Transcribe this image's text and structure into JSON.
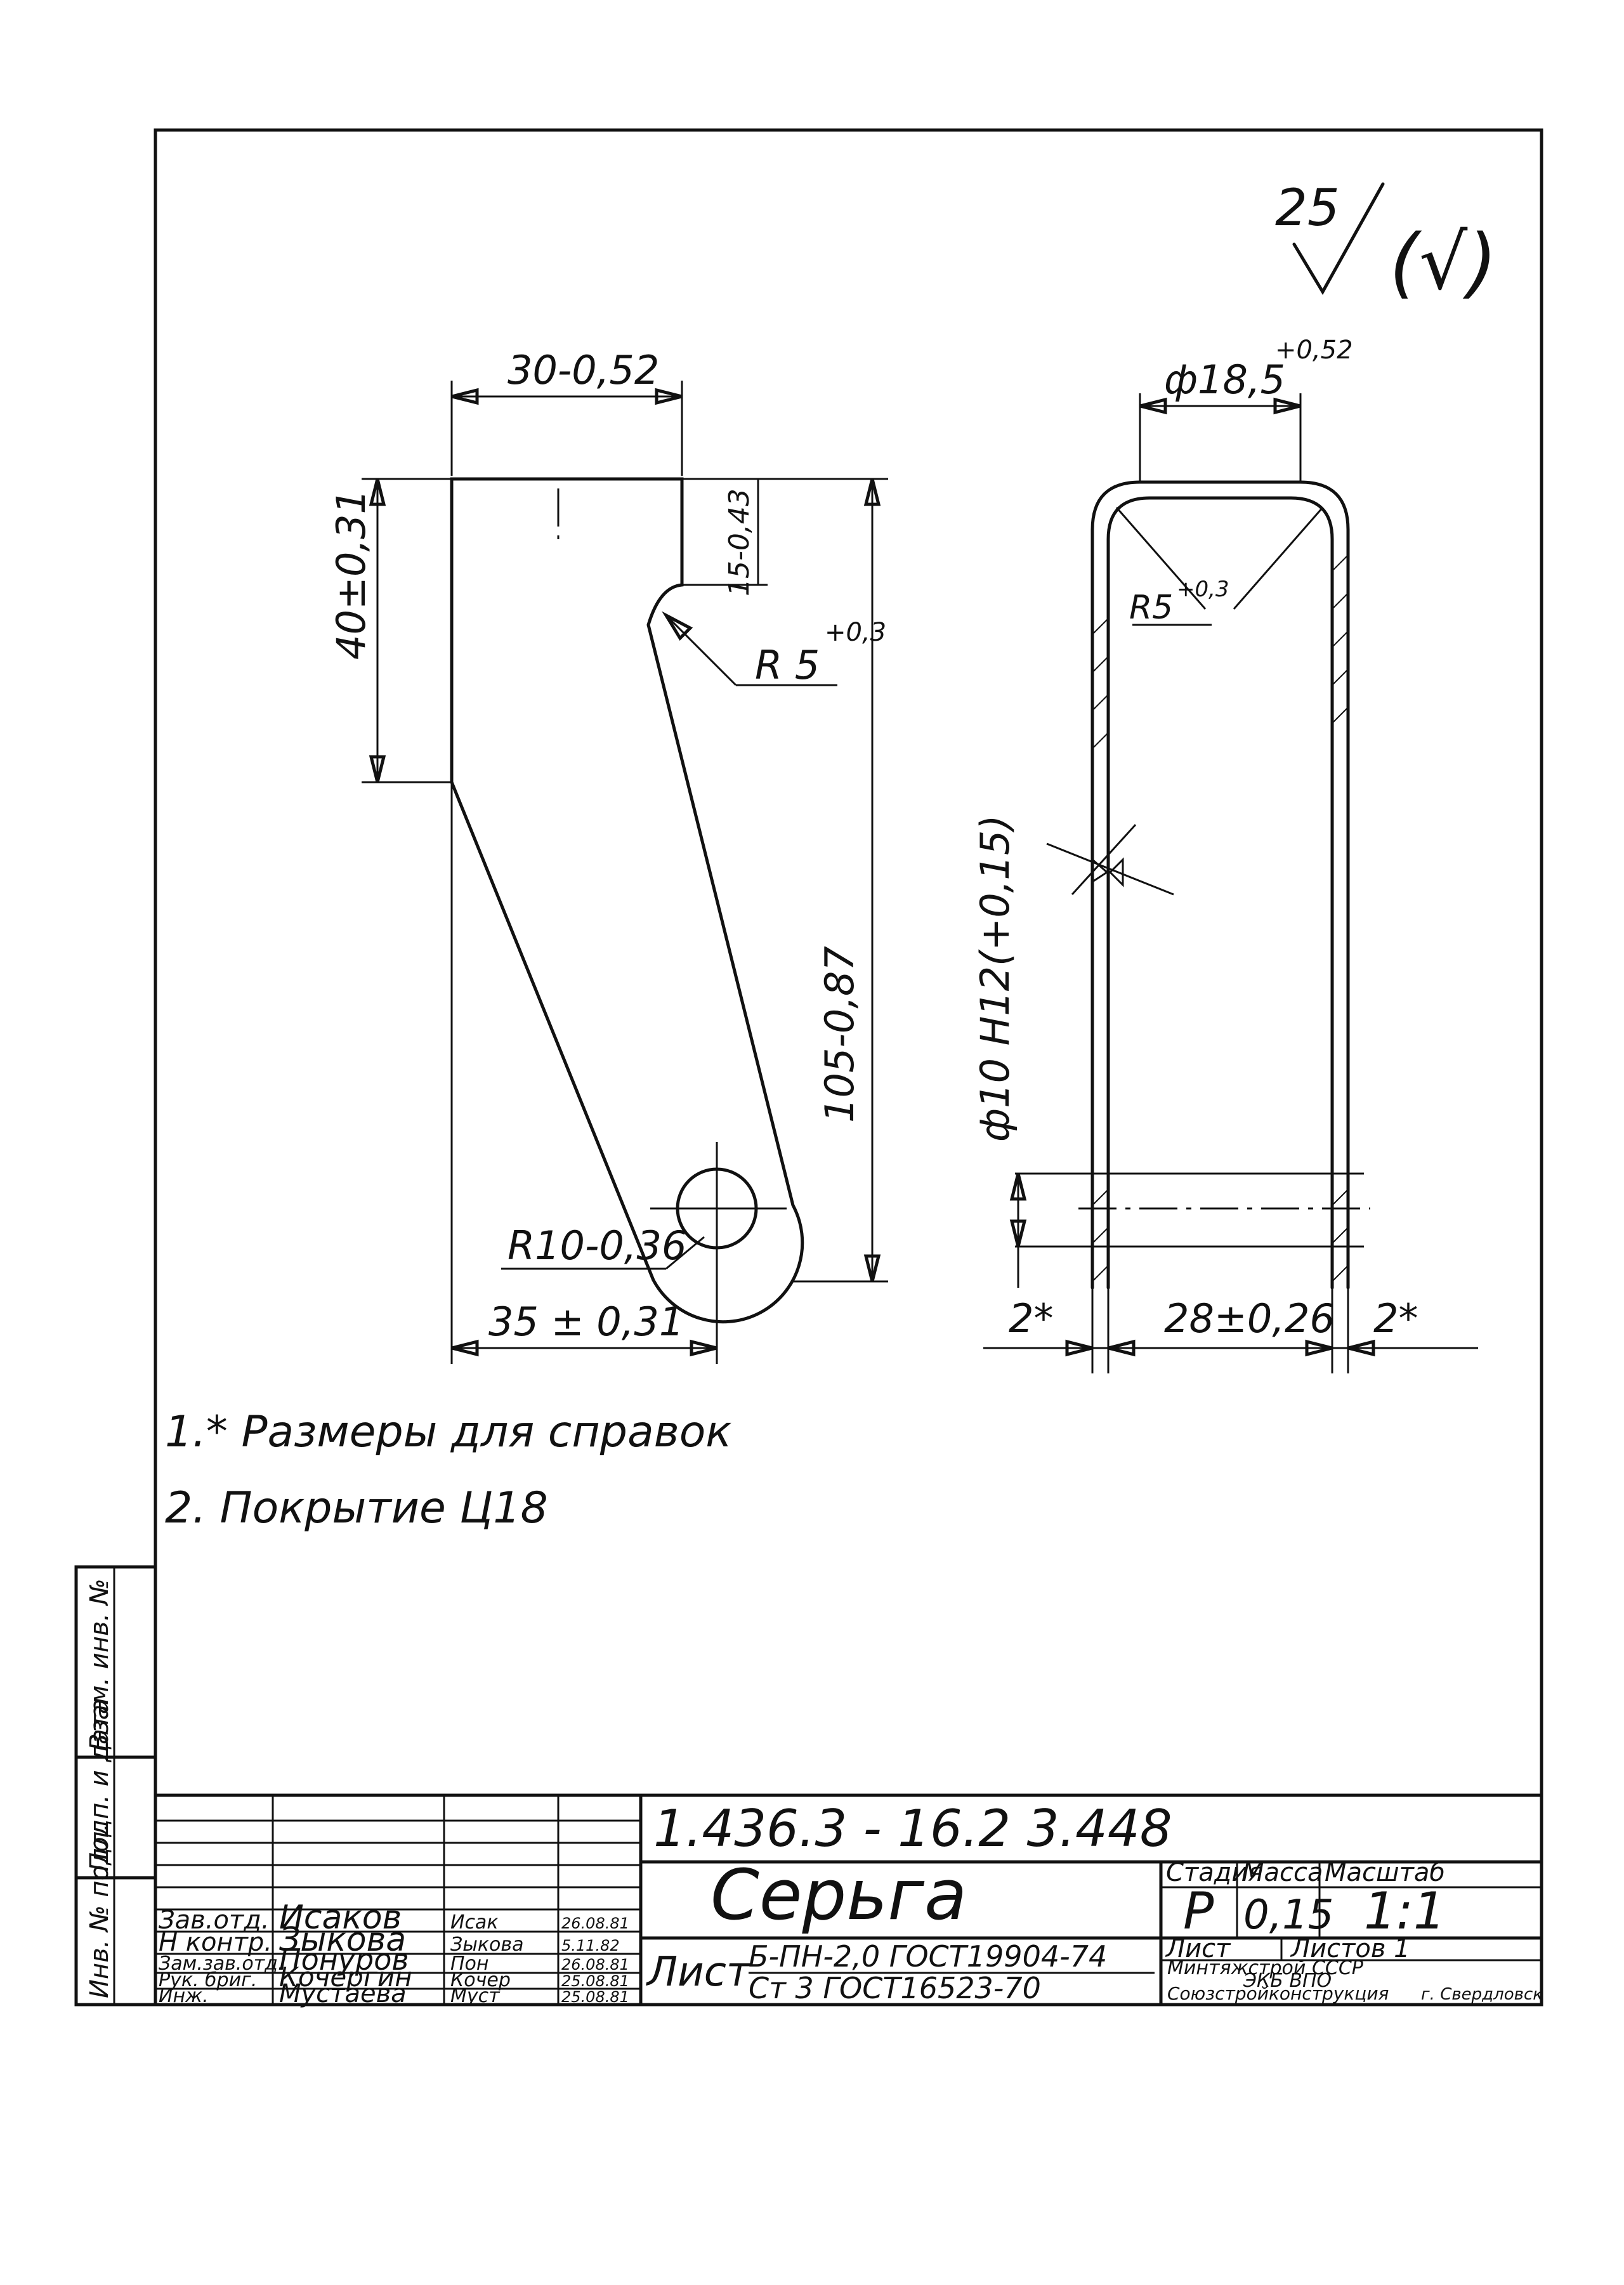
{
  "roughness": {
    "value": "25",
    "general": "(√)"
  },
  "left_view": {
    "dim_width_top": "30-0,52",
    "dim_height_left": "40±0,31",
    "dim_slot_depth": "15-0,43",
    "dim_r5": "R 5",
    "dim_r5_tol": "+0,3",
    "dim_height_total": "105-0,87",
    "dim_r10": "R10-0,36",
    "dim_bottom_width": "35 ± 0,31"
  },
  "right_view": {
    "dim_outer_diameter": "ф18,5",
    "dim_outer_diameter_tol": "+0,52",
    "dim_inner_radius": "R5",
    "dim_inner_radius_tol": "+0,3",
    "dim_hole": "ф10 H12(+0,15)",
    "dim_left_ref": "2*",
    "dim_inner_width": "28±0,26",
    "dim_right_ref": "2*"
  },
  "notes": [
    "1.* Размеры для справок",
    "2. Покрытие Ц18"
  ],
  "side_stamp": {
    "col1": "Инв. № подл.",
    "col2": "Подп. и дата",
    "col3": "Взам. инв. №"
  },
  "title_block": {
    "doc_number": "1.436.3 - 16.2  3.448",
    "part_name": "Серьга",
    "headers": {
      "stage": "Стадия",
      "mass": "Масса",
      "scale": "Масштаб"
    },
    "values": {
      "stage": "Р",
      "mass": "0,15",
      "scale": "1:1"
    },
    "sheet_label": "Лист",
    "sheets_label": "Листов 1",
    "organization": [
      "Минтяжстрой СССР",
      "ЭКБ ВПО",
      "Союзстройконструкция",
      "г. Свердловск"
    ],
    "material_prefix": "Лист",
    "material_line1": "Б-ПН-2,0 ГОСТ19904-74",
    "material_line2": "Ст 3   ГОСТ16523-70",
    "signatures": [
      {
        "role": "Зав.отд.",
        "name": "Исаков",
        "sign": "Исак",
        "date": "26.08.81"
      },
      {
        "role": "Н контр.",
        "name": "Зыкова",
        "sign": "Зыкова",
        "date": "5.11.82"
      },
      {
        "role": "Зам.зав.отд.",
        "name": "Понуров",
        "sign": "Пон",
        "date": "26.08.81"
      },
      {
        "role": "Рук. бриг.",
        "name": "Кочергин",
        "sign": "Кочер",
        "date": "25.08.81"
      },
      {
        "role": "Инж.",
        "name": "Мустаева",
        "sign": "Муст",
        "date": "25.08.81"
      }
    ]
  }
}
